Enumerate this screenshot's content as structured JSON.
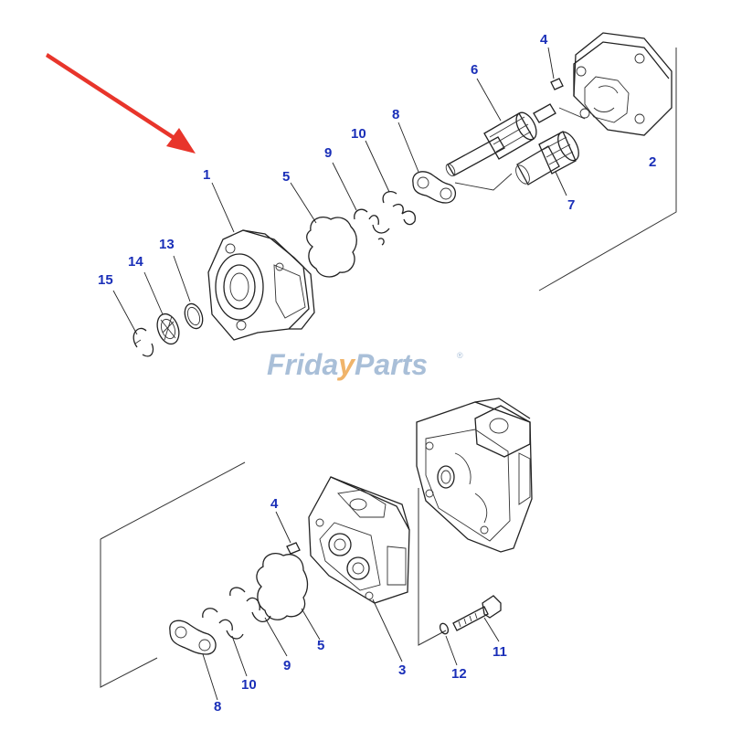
{
  "watermark": {
    "part1": "Frida",
    "part2": "y",
    "part3": "Parts",
    "mark": "®"
  },
  "callouts": {
    "top": {
      "c1": "1",
      "c2": "2",
      "c4": "4",
      "c5": "5",
      "c6": "6",
      "c7": "7",
      "c8": "8",
      "c9": "9",
      "c10": "10",
      "c13": "13",
      "c14": "14",
      "c15": "15"
    },
    "bottom": {
      "c3": "3",
      "c4": "4",
      "c5": "5",
      "c8": "8",
      "c9": "9",
      "c10": "10",
      "c11": "11",
      "c12": "12"
    }
  },
  "colors": {
    "callout": "#1a2fb8",
    "arrow": "#e8352b",
    "watermark_blue": "#a9bfd8",
    "watermark_orange": "#f0b46a"
  }
}
